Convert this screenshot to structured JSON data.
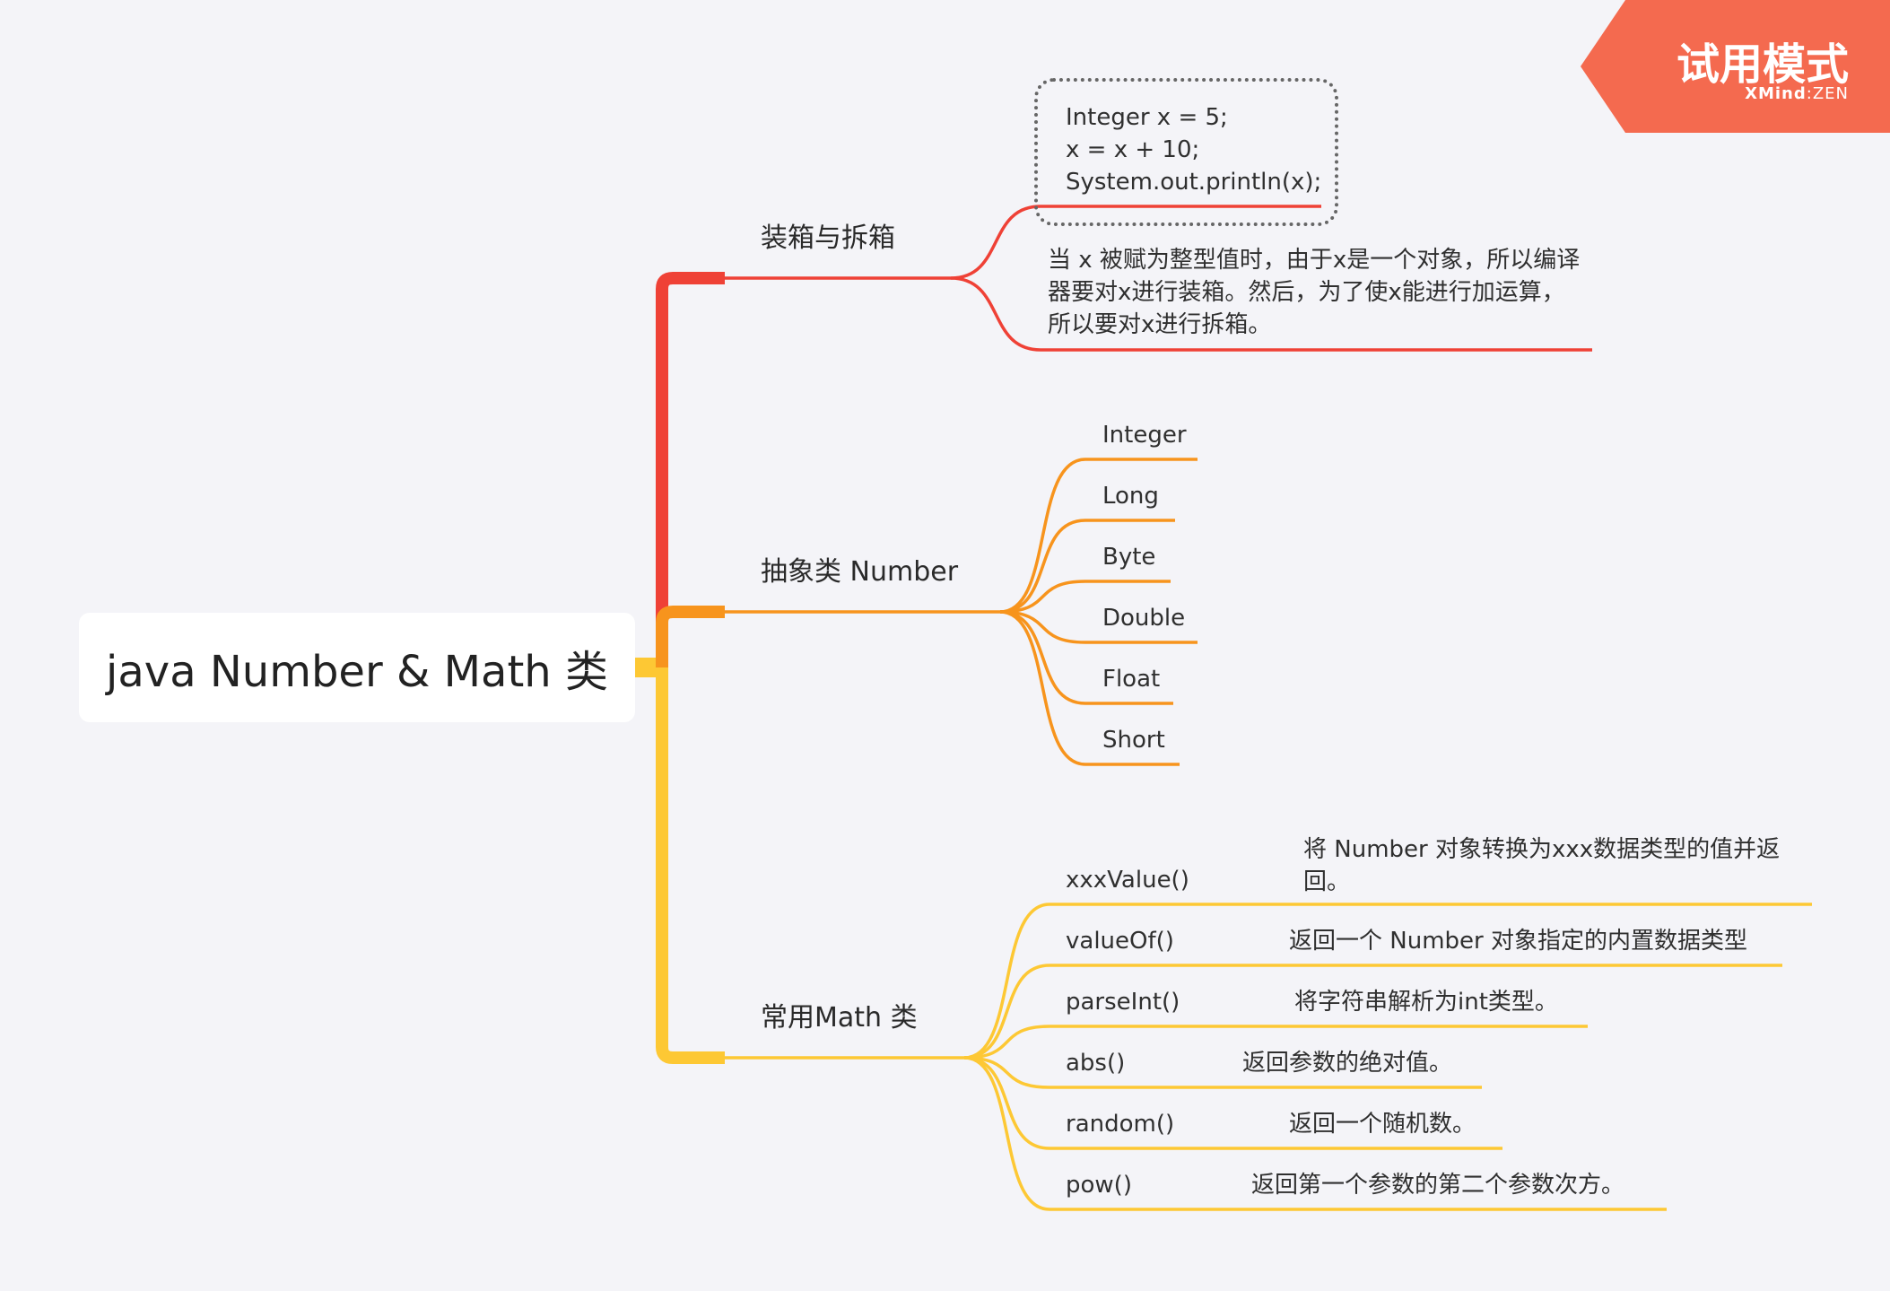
{
  "root": {
    "title": "java Number & Math 类"
  },
  "colors": {
    "boxing": "#ef4136",
    "number": "#f7941d",
    "math": "#fdc834",
    "badge": "#f46a4f"
  },
  "boxing": {
    "title": "装箱与拆箱",
    "code": [
      "Integer x = 5;",
      "x =  x + 10;",
      "System.out.println(x);"
    ],
    "desc": "当 x 被赋为整型值时，由于x是一个对象，所以编译器要对x进行装箱。然后，为了使x能进行加运算，所以要对x进行拆箱。"
  },
  "number": {
    "title": "抽象类 Number",
    "types": [
      "Integer",
      "Long",
      "Byte",
      "Double",
      "Float",
      "Short"
    ]
  },
  "math": {
    "title": "常用Math 类",
    "methods": [
      {
        "name": "xxxValue()",
        "desc": "将 Number 对象转换为xxx数据类型的值并返回。"
      },
      {
        "name": "valueOf()",
        "desc": "返回一个 Number 对象指定的内置数据类型"
      },
      {
        "name": "parseInt()",
        "desc": "将字符串解析为int类型。"
      },
      {
        "name": "abs()",
        "desc": "返回参数的绝对值。"
      },
      {
        "name": "random()",
        "desc": "返回一个随机数。"
      },
      {
        "name": "pow()",
        "desc": "返回第一个参数的第二个参数次方。"
      }
    ]
  },
  "badge": {
    "title": "试用模式",
    "brand": "XMind",
    "edition": "ZEN"
  }
}
